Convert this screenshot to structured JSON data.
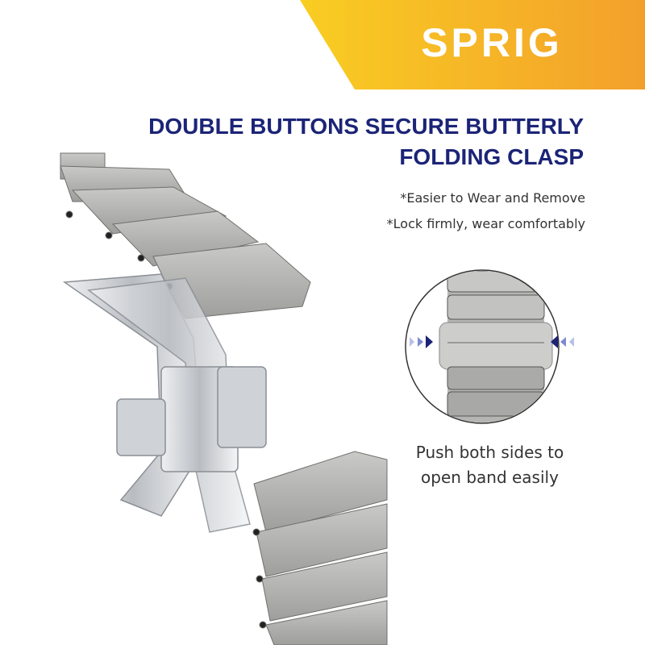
{
  "brand": {
    "logo_text": "SPRIG",
    "banner_color_start": "#f9c923",
    "banner_color_end": "#f3a12a"
  },
  "headline": {
    "line1": "DOUBLE BUTTONS SECURE BUTTERLY",
    "line2": "FOLDING CLASP",
    "color": "#1b2477"
  },
  "features": [
    "*Easier to Wear and Remove",
    "*Lock firmly, wear comfortably"
  ],
  "caption": {
    "line1": "Push both sides to",
    "line2": "open band easily"
  },
  "icons": [
    "double-chevron-right-icon",
    "double-chevron-left-icon"
  ]
}
